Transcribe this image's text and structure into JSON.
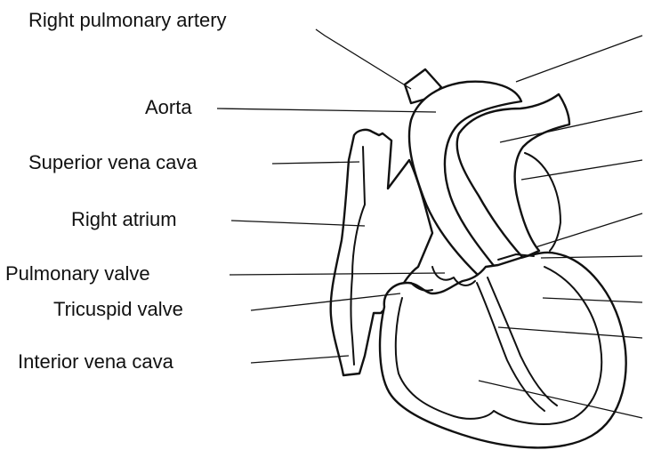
{
  "labels": {
    "right_pulmonary_artery": "Right pulmonary artery",
    "aorta": "Aorta",
    "superior_vena_cava": "Superior vena cava",
    "right_atrium": "Right atrium",
    "pulmonary_valve": "Pulmonary valve",
    "tricuspid_valve": "Tricuspid valve",
    "inferior_vena_cava": "Interior vena cava"
  },
  "colors": {
    "line": "#111111",
    "background": "#ffffff"
  }
}
